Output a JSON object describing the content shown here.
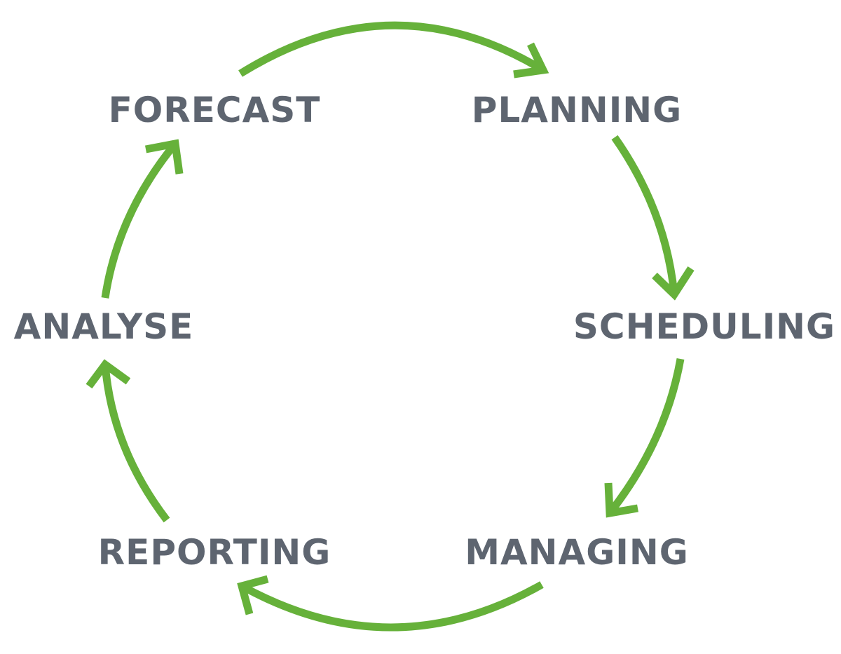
{
  "diagram": {
    "type": "cycle",
    "colors": {
      "arrow": "#66b13a",
      "label": "#5e6570",
      "background": "#ffffff"
    },
    "stages": [
      {
        "id": "forecast",
        "label": "FORECAST"
      },
      {
        "id": "planning",
        "label": "PLANNING"
      },
      {
        "id": "scheduling",
        "label": "SCHEDULING"
      },
      {
        "id": "managing",
        "label": "MANAGING"
      },
      {
        "id": "reporting",
        "label": "REPORTING"
      },
      {
        "id": "analyse",
        "label": "ANALYSE"
      }
    ],
    "arrows": [
      {
        "from": "forecast",
        "to": "planning"
      },
      {
        "from": "planning",
        "to": "scheduling"
      },
      {
        "from": "scheduling",
        "to": "managing"
      },
      {
        "from": "managing",
        "to": "reporting"
      },
      {
        "from": "reporting",
        "to": "analyse"
      },
      {
        "from": "analyse",
        "to": "forecast"
      }
    ]
  }
}
